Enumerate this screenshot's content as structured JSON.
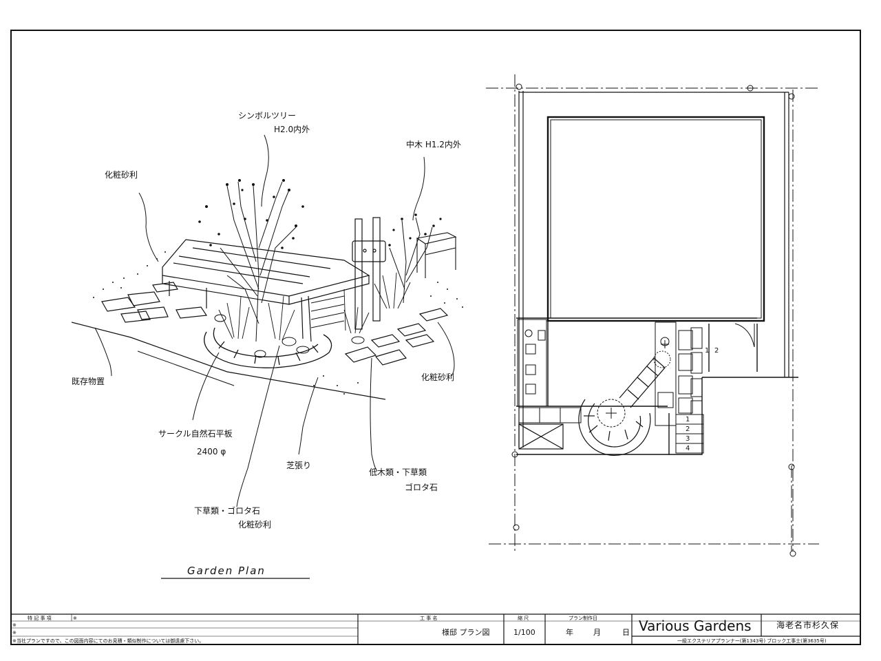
{
  "drawing": {
    "title": "Garden  Plan",
    "annotations": {
      "tree_name": "シンボルツリー",
      "tree_height": "H2.0内外",
      "mid_tree": "中木 H1.2内外",
      "gravel_left": "化粧砂利",
      "gravel_right": "化粧砂利",
      "existing": "既存物置",
      "circle_slab": "サークル自然石平板",
      "circle_size": "2400 φ",
      "lawn": "芝張り",
      "shrubs": "低木類・下草類",
      "shrubs_stone": "ゴロタ石",
      "ground_cover": "下草類・ゴロタ石",
      "ground_gravel": "化粧砂利"
    },
    "step_numbers": [
      "1",
      "2",
      "3",
      "4"
    ],
    "side_numbers": [
      "1",
      "2"
    ]
  },
  "title_block": {
    "notes_header": "特 記 事 項",
    "note_mark": "※",
    "notes_footer": "※当社プランですので、この図面内容にてのお見積・類似制作については御遠慮下さい。",
    "project_header": "工 事 名",
    "project_name": "様邸 プラン図",
    "scale_header": "縮 尺",
    "scale_value": "1/100",
    "date_header": "プラン制作日",
    "date_year": "年",
    "date_month": "月",
    "date_day": "日",
    "company": "Various Gardens",
    "location": "海老名市杉久保",
    "credentials": "一級エクステリアプランナー(第1343号) ブロック工事士(第3635号)"
  }
}
